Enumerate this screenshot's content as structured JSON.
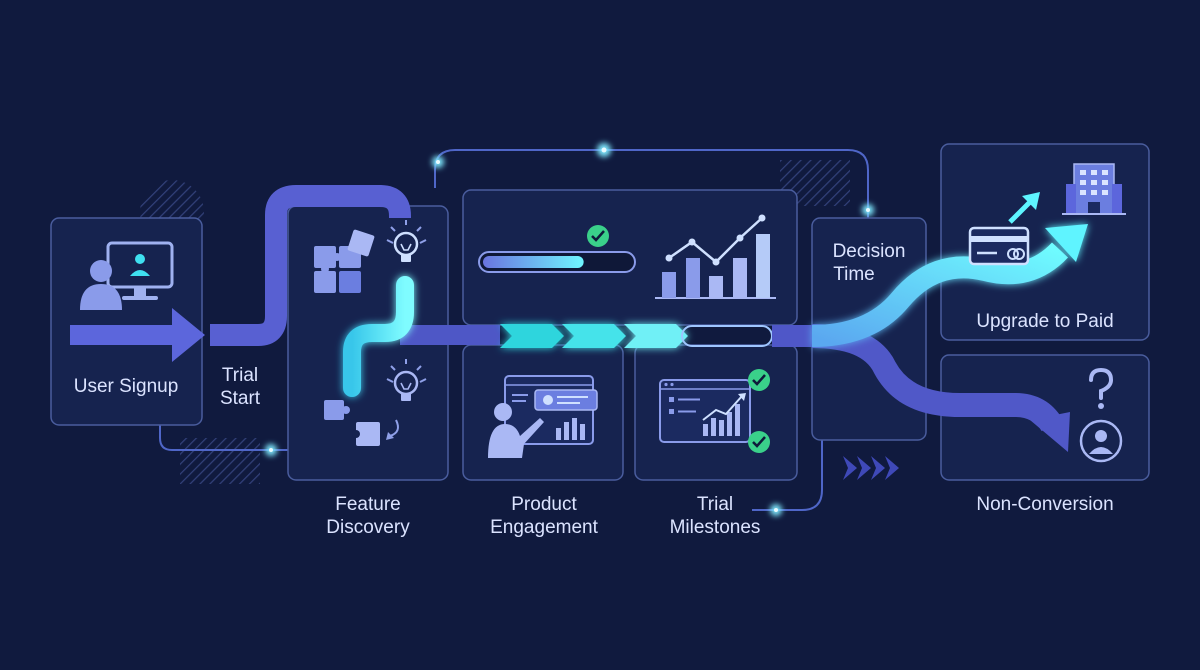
{
  "stages": {
    "user_signup": "User Signup",
    "trial_start_line1": "Trial",
    "trial_start_line2": "Start",
    "feature_discovery_line1": "Feature",
    "feature_discovery_line2": "Discovery",
    "product_engagement_line1": "Product",
    "product_engagement_line2": "Engagement",
    "trial_milestones_line1": "Trial",
    "trial_milestones_line2": "Milestones",
    "decision_time_line1": "Decision",
    "decision_time_line2": "Time",
    "upgrade_to_paid": "Upgrade to Paid",
    "non_conversion": "Non-Conversion"
  },
  "engagement": {
    "progress_fraction": 0.68
  },
  "colors": {
    "background": "#101a3e",
    "panel": "#16234f",
    "panel_border": "#4a5d9e",
    "indigo_flow": "#5b62d6",
    "cyan_flow": "#3fe0f0",
    "check_green": "#3ad08a",
    "icon_light": "#aab8f4"
  },
  "icons": [
    "user-at-computer-icon",
    "puzzle-icon",
    "lightbulb-icon",
    "progress-bar-icon",
    "bar-chart-icon",
    "presenter-dashboard-icon",
    "checklist-window-icon",
    "checkmark-icon",
    "credit-card-icon",
    "office-building-icon",
    "question-mark-icon",
    "user-circle-icon",
    "chevron-arrows-icon"
  ]
}
